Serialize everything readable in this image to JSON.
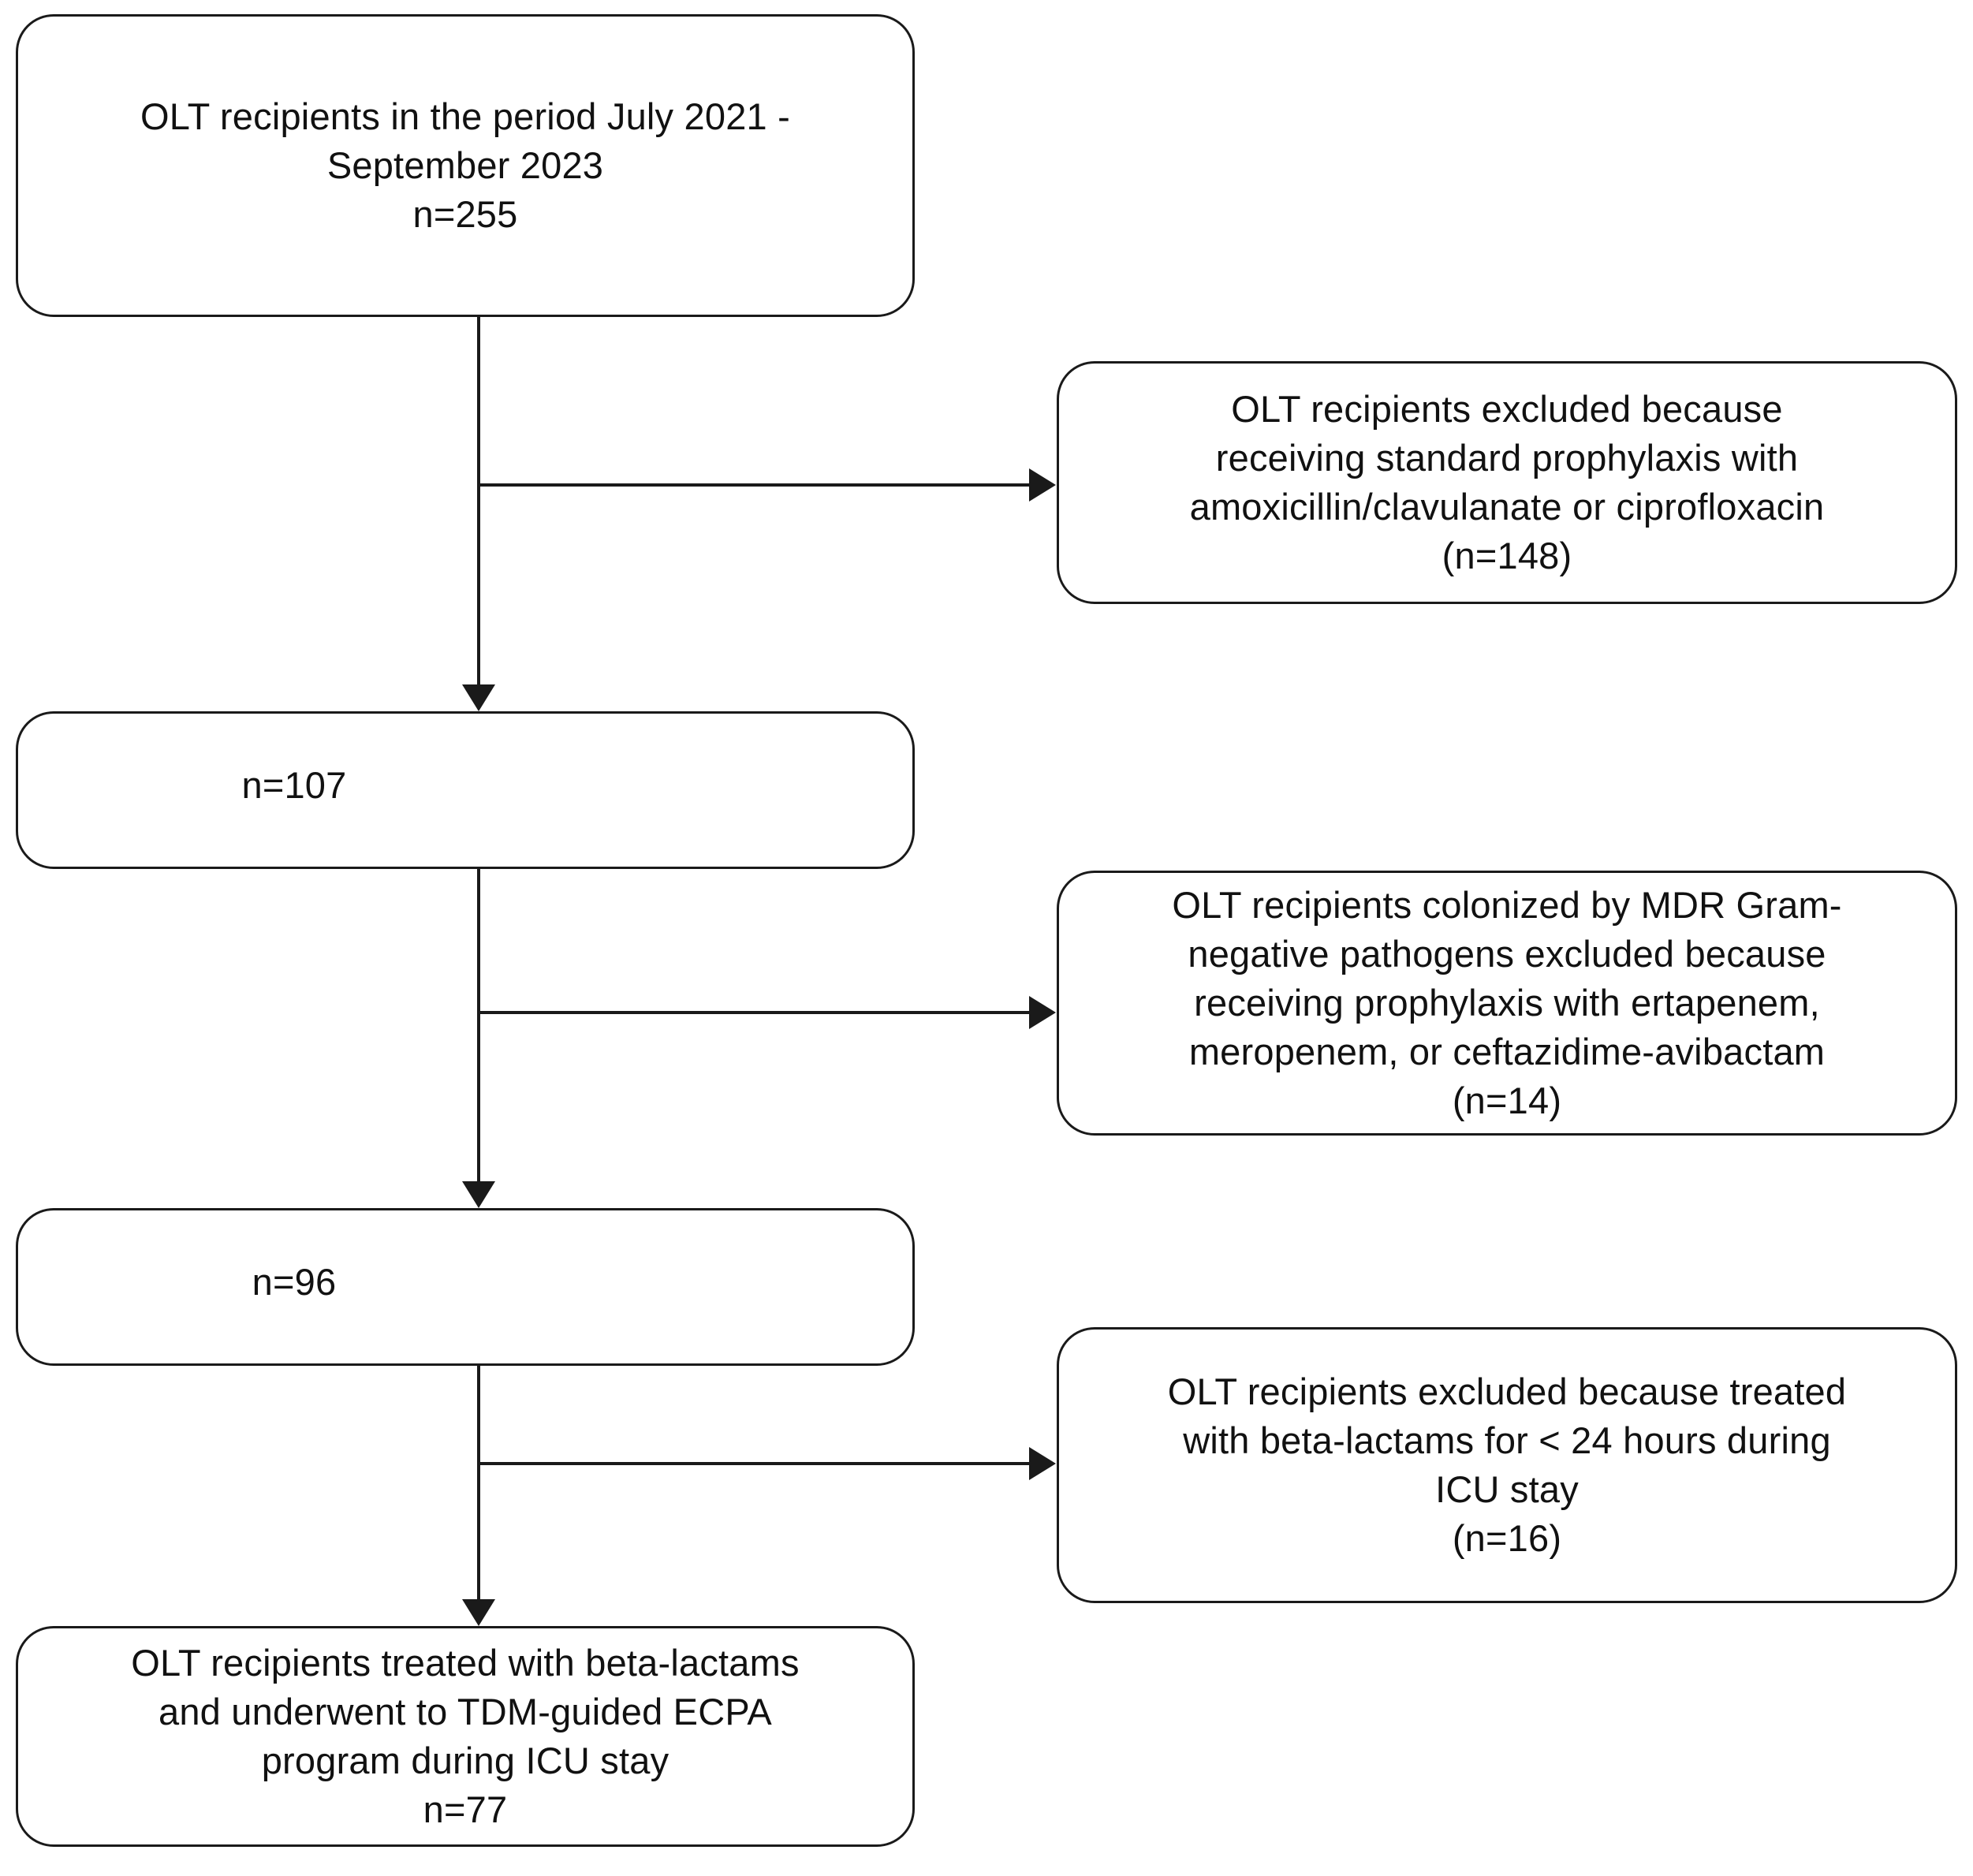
{
  "diagram": {
    "type": "flowchart",
    "title": "Study population flow diagram",
    "colors": {
      "stroke": "#1a1a1a",
      "fill": "#ffffff",
      "text": "#111111"
    },
    "nodes": {
      "source": {
        "label": "OLT recipients in the period July  2021 -\nSeptember 2023\nn=255",
        "count": "n=255"
      },
      "stage1": {
        "label": "n=107",
        "count": "n=107"
      },
      "stage2": {
        "label": "n=96",
        "count": "n=96"
      },
      "final": {
        "label": "OLT recipients treated with beta-lactams\nand underwent  to TDM-guided ECPA\nprogram during ICU stay\nn=77",
        "count": "n=77"
      },
      "exclusion1": {
        "label": "OLT recipients excluded  because\nreceiving standard  prophylaxis  with\namoxicillin/clavulanate   or ciprofloxacin\n(n=148)",
        "count": "(n=148)"
      },
      "exclusion2": {
        "label": "OLT recipients colonized by MDR Gram-\nnegative pathogens excluded because\nreceiving prophylaxis  with ertapenem,\nmeropenem, or ceftazidime-avibactam\n(n=14)",
        "count": "(n=14)"
      },
      "exclusion3": {
        "label": "OLT recipients excluded because treated\nwith beta-lactams for < 24 hours during\nICU stay\n(n=16)",
        "count": "(n=16)"
      }
    }
  }
}
